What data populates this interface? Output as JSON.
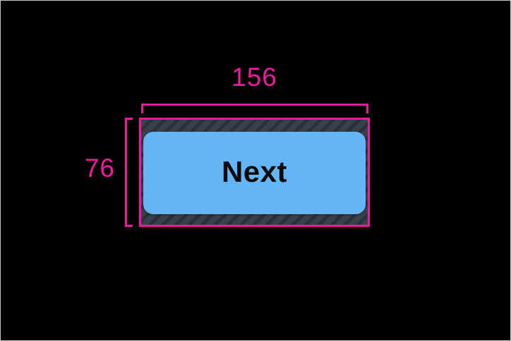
{
  "window": {
    "background": "#000000",
    "frame_border": "#C8C8C8"
  },
  "measurements": {
    "width_label": "156",
    "height_label": "76",
    "accent_color": "#F0189C"
  },
  "padding_overlay": {
    "base_color": "#3A404B",
    "stripe_color": "#2B313B"
  },
  "button": {
    "label": "Next",
    "background": "#64B5F6",
    "text_color": "#0A0A0A"
  }
}
